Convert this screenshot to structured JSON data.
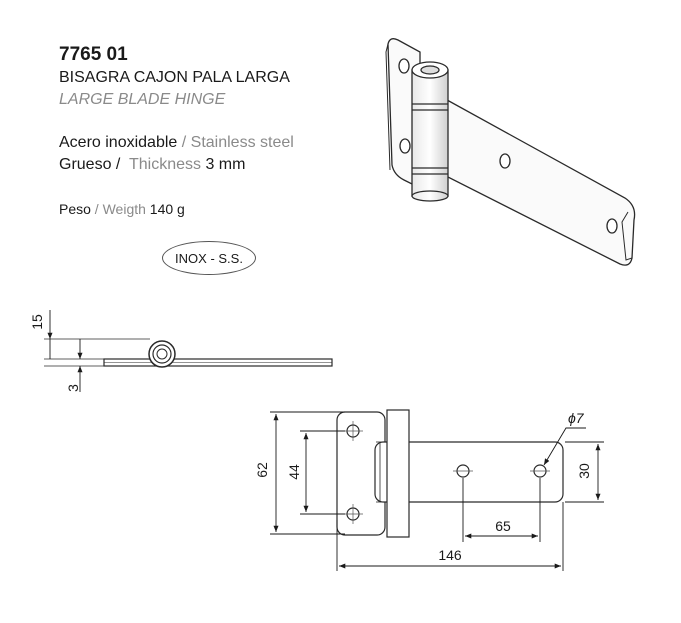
{
  "product": {
    "code": "7765 01",
    "name_es": "BISAGRA CAJON PALA LARGA",
    "name_en": "LARGE BLADE HINGE"
  },
  "specs": {
    "material_es": "Acero inoxidable",
    "material_sep": " / ",
    "material_en": "Stainless steel",
    "thickness_es": "Grueso",
    "thickness_sep": " /  ",
    "thickness_en": "Thickness",
    "thickness_value": " 3 mm",
    "weight_es": "Peso",
    "weight_sep": " / ",
    "weight_en": "Weigth",
    "weight_value": " 140 g"
  },
  "badge": "INOX - S.S.",
  "dimensions": {
    "side_height": "15",
    "side_thickness": "3",
    "overall_height": "62",
    "hole_spacing_vertical": "44",
    "blade_height": "30",
    "hole_spacing_horizontal": "65",
    "overall_length": "146",
    "hole_diameter": "ϕ7"
  }
}
